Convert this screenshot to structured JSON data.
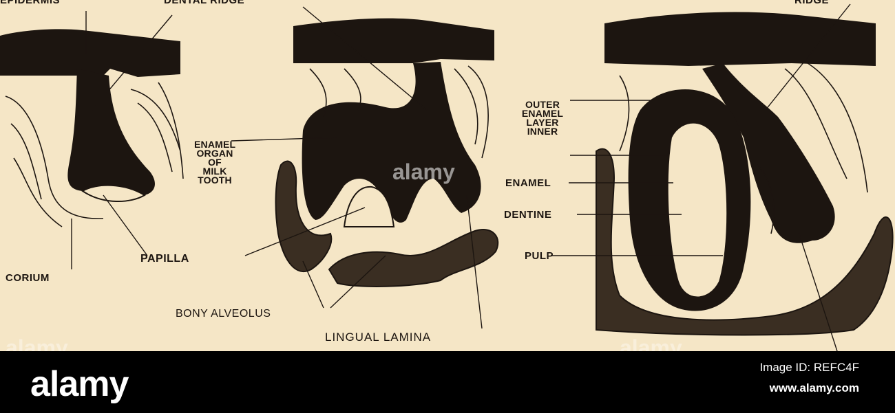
{
  "figure": {
    "panel_left": {
      "labels": {
        "epidermis": "EPIDERMIS",
        "dental_ridge": "DENTAL RIDGE",
        "corium": "CORIUM",
        "papilla": "PAPILLA"
      }
    },
    "panel_middle": {
      "labels": {
        "enamel_organ_lines": [
          "ENAMEL",
          "ORGAN",
          "OF",
          "MILK",
          "TOOTH"
        ],
        "bony_alveolus": "BONY ALVEOLUS",
        "lingual_lamina": "LINGUAL LAMINA"
      }
    },
    "panel_right": {
      "labels": {
        "ridge": "RIDGE",
        "outer_enamel_lines": [
          "OUTER",
          "ENAMEL",
          "LAYER",
          "INNER"
        ],
        "enamel": "ENAMEL",
        "dentine": "DENTINE",
        "pulp": "PULP"
      }
    },
    "colors": {
      "paper": "#f5e6c6",
      "ink": "#1c1510"
    }
  },
  "watermarks": [
    "alamy",
    "alamy",
    "alamy"
  ],
  "footer": {
    "logo": "alamy",
    "image_id": "Image ID: REFC4F",
    "url": "www.alamy.com"
  }
}
